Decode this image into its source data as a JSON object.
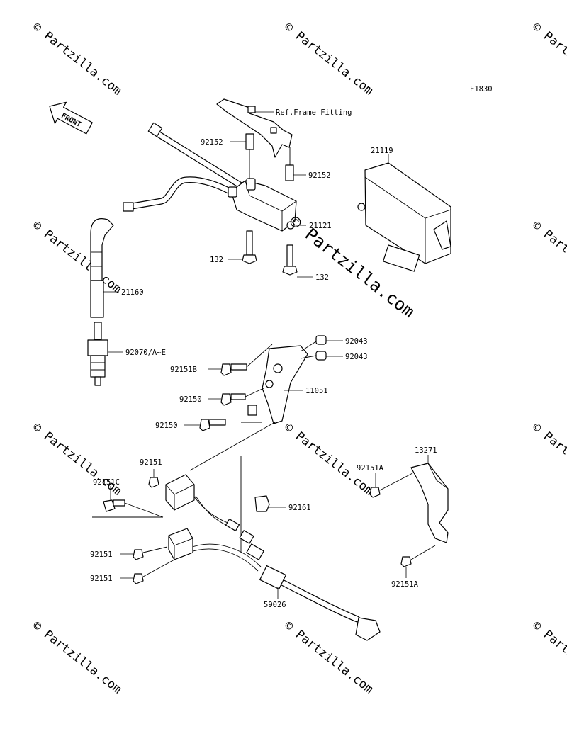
{
  "diagram": {
    "code": "E1830",
    "front_label": "FRONT",
    "ref_frame_fitting": "Ref.Frame Fitting",
    "watermark": "© Partzilla.com",
    "watermark_center": "© Partzilla.com",
    "callouts": [
      {
        "id": "c-21119",
        "text": "21119"
      },
      {
        "id": "c-92152a",
        "text": "92152"
      },
      {
        "id": "c-92152b",
        "text": "92152"
      },
      {
        "id": "c-21121",
        "text": "21121"
      },
      {
        "id": "c-132a",
        "text": "132"
      },
      {
        "id": "c-132b",
        "text": "132"
      },
      {
        "id": "c-21160",
        "text": "21160"
      },
      {
        "id": "c-92070",
        "text": "92070/A~E"
      },
      {
        "id": "c-92043a",
        "text": "92043"
      },
      {
        "id": "c-92043b",
        "text": "92043"
      },
      {
        "id": "c-92151b",
        "text": "92151B"
      },
      {
        "id": "c-11051",
        "text": "11051"
      },
      {
        "id": "c-92150a",
        "text": "92150"
      },
      {
        "id": "c-92150b",
        "text": "92150"
      },
      {
        "id": "c-13271",
        "text": "13271"
      },
      {
        "id": "c-92151-top",
        "text": "92151"
      },
      {
        "id": "c-92151a-top",
        "text": "92151A"
      },
      {
        "id": "c-92151c",
        "text": "92151C"
      },
      {
        "id": "c-92161",
        "text": "92161"
      },
      {
        "id": "c-92151-mid",
        "text": "92151"
      },
      {
        "id": "c-92151-bot",
        "text": "92151"
      },
      {
        "id": "c-92151a-bot",
        "text": "92151A"
      },
      {
        "id": "c-59026",
        "text": "59026"
      }
    ]
  }
}
